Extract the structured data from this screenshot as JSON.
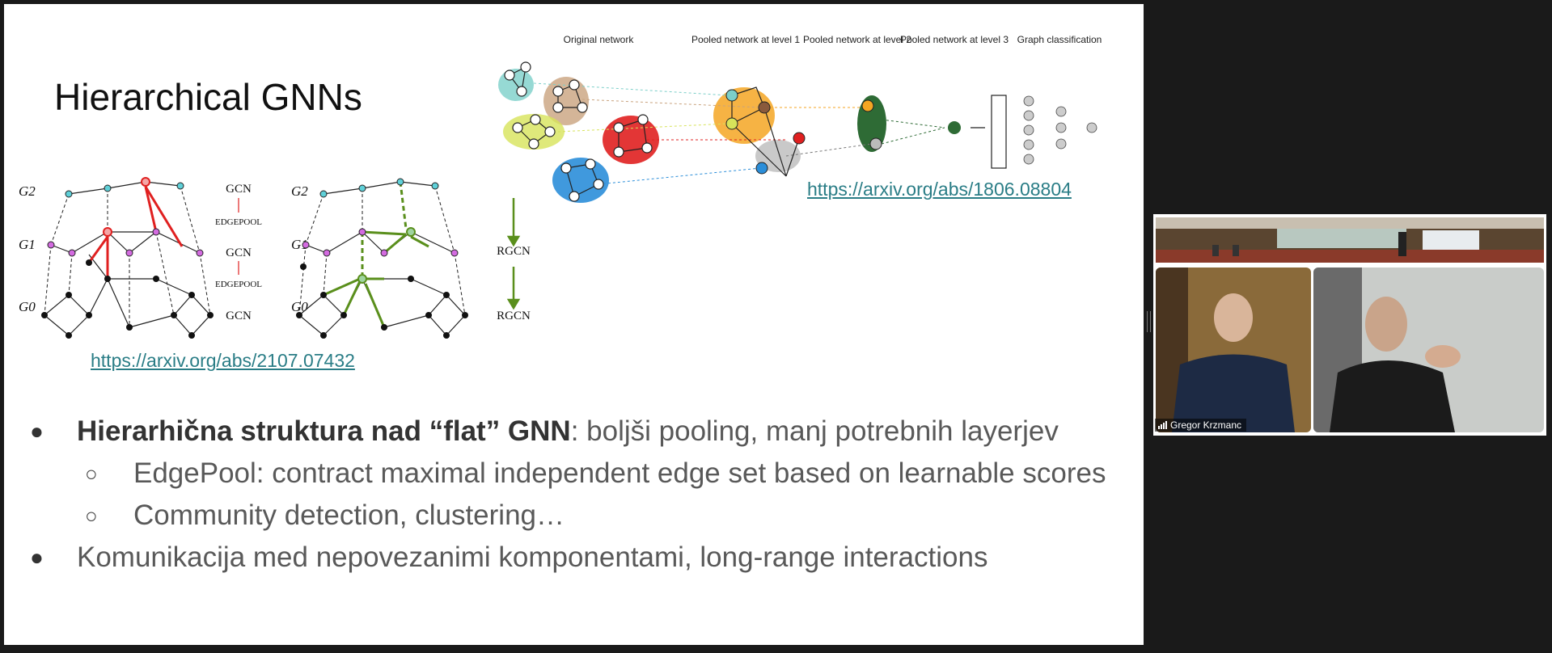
{
  "slide": {
    "title": "Hierarchical GNNs",
    "link_left": "https://arxiv.org/abs/2107.07432",
    "link_right": "https://arxiv.org/abs/1806.08804",
    "diagram_left": {
      "levels": [
        "G2",
        "G1",
        "G0"
      ],
      "labels_a": [
        "GCN",
        "EDGEPOOL",
        "GCN",
        "EDGEPOOL",
        "GCN"
      ],
      "labels_b": [
        "RGCN",
        "RGCN"
      ]
    },
    "diagram_right": {
      "headers": [
        "Original network",
        "Pooled network at level 1",
        "Pooled network at level 2",
        "Pooled network at level 3",
        "Graph classification"
      ]
    },
    "bullets": [
      {
        "level": 1,
        "bold": "Hierarhična struktura nad “flat” GNN",
        "text": ": boljši pooling, manj potrebnih layerjev"
      },
      {
        "level": 2,
        "bold": "",
        "text": "EdgePool: contract maximal independent edge set based on learnable scores"
      },
      {
        "level": 2,
        "bold": "",
        "text": "Community detection, clustering…"
      },
      {
        "level": 1,
        "bold": "",
        "text": "Komunikacija med nepovezanimi komponentami, long-range interactions"
      }
    ]
  },
  "video": {
    "participant_name": "Gregor Krzmanc",
    "icons": [
      "signal-icon"
    ]
  },
  "colors": {
    "link": "#2a7d86",
    "red": "#e02020",
    "green": "#5a8f1c",
    "cyan": "#5fd0d8",
    "magenta": "#d36be0"
  }
}
